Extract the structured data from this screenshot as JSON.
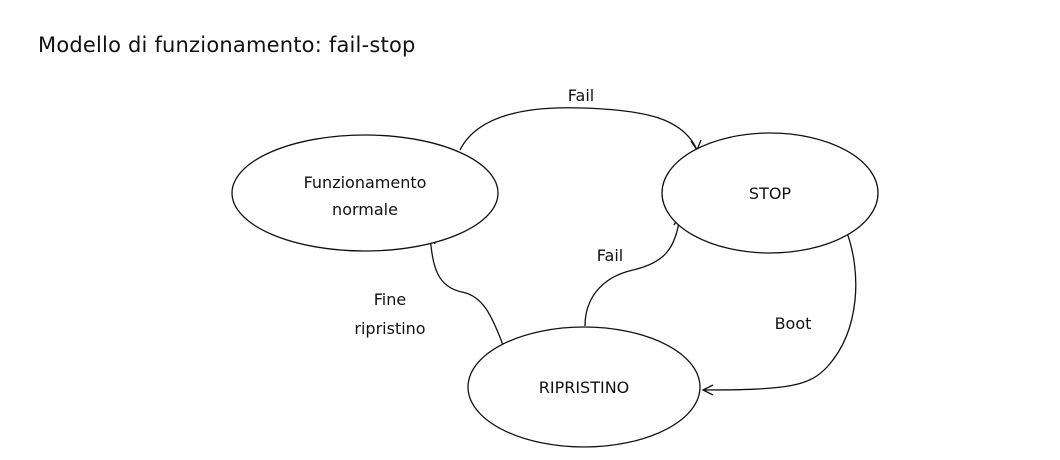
{
  "title": "Modello di funzionamento: fail-stop",
  "states": {
    "normal": {
      "line1": "Funzionamento",
      "line2": "normale"
    },
    "stop": {
      "label": "STOP"
    },
    "restore": {
      "label": "RIPRISTINO"
    }
  },
  "transitions": {
    "normal_to_stop": "Fail",
    "restore_to_stop": "Fail",
    "stop_to_restore": "Boot",
    "restore_to_normal": {
      "line1": "Fine",
      "line2": "ripristino"
    }
  }
}
